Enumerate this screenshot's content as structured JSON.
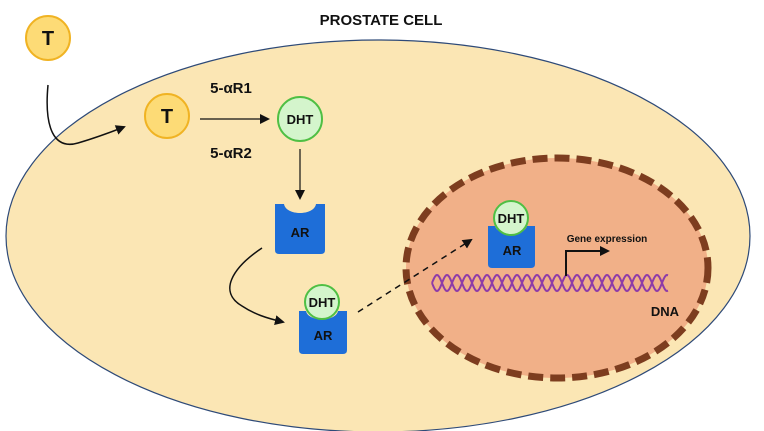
{
  "title": "PROSTATE CELL",
  "molecules": {
    "testosterone": "T",
    "dht": "DHT",
    "receptor": "AR"
  },
  "enzymes": {
    "enzyme_1": "5-αR1",
    "enzyme_2": "5-αR2"
  },
  "nucleus": {
    "gene_expression": "Gene expression",
    "dna": "DNA"
  },
  "colors": {
    "cytoplasm_fill": "#fbe6b4",
    "cytoplasm_stroke": "#2e4a78",
    "nucleus_fill": "#f1b088",
    "nucleus_stroke": "#7d3d1f",
    "testosterone_fill": "#fddb76",
    "testosterone_stroke": "#f0b323",
    "dht_fill": "#d4f5cc",
    "dht_stroke": "#4fbf44",
    "receptor_fill": "#1e6ed8",
    "dna_color": "#8e3ba8"
  }
}
